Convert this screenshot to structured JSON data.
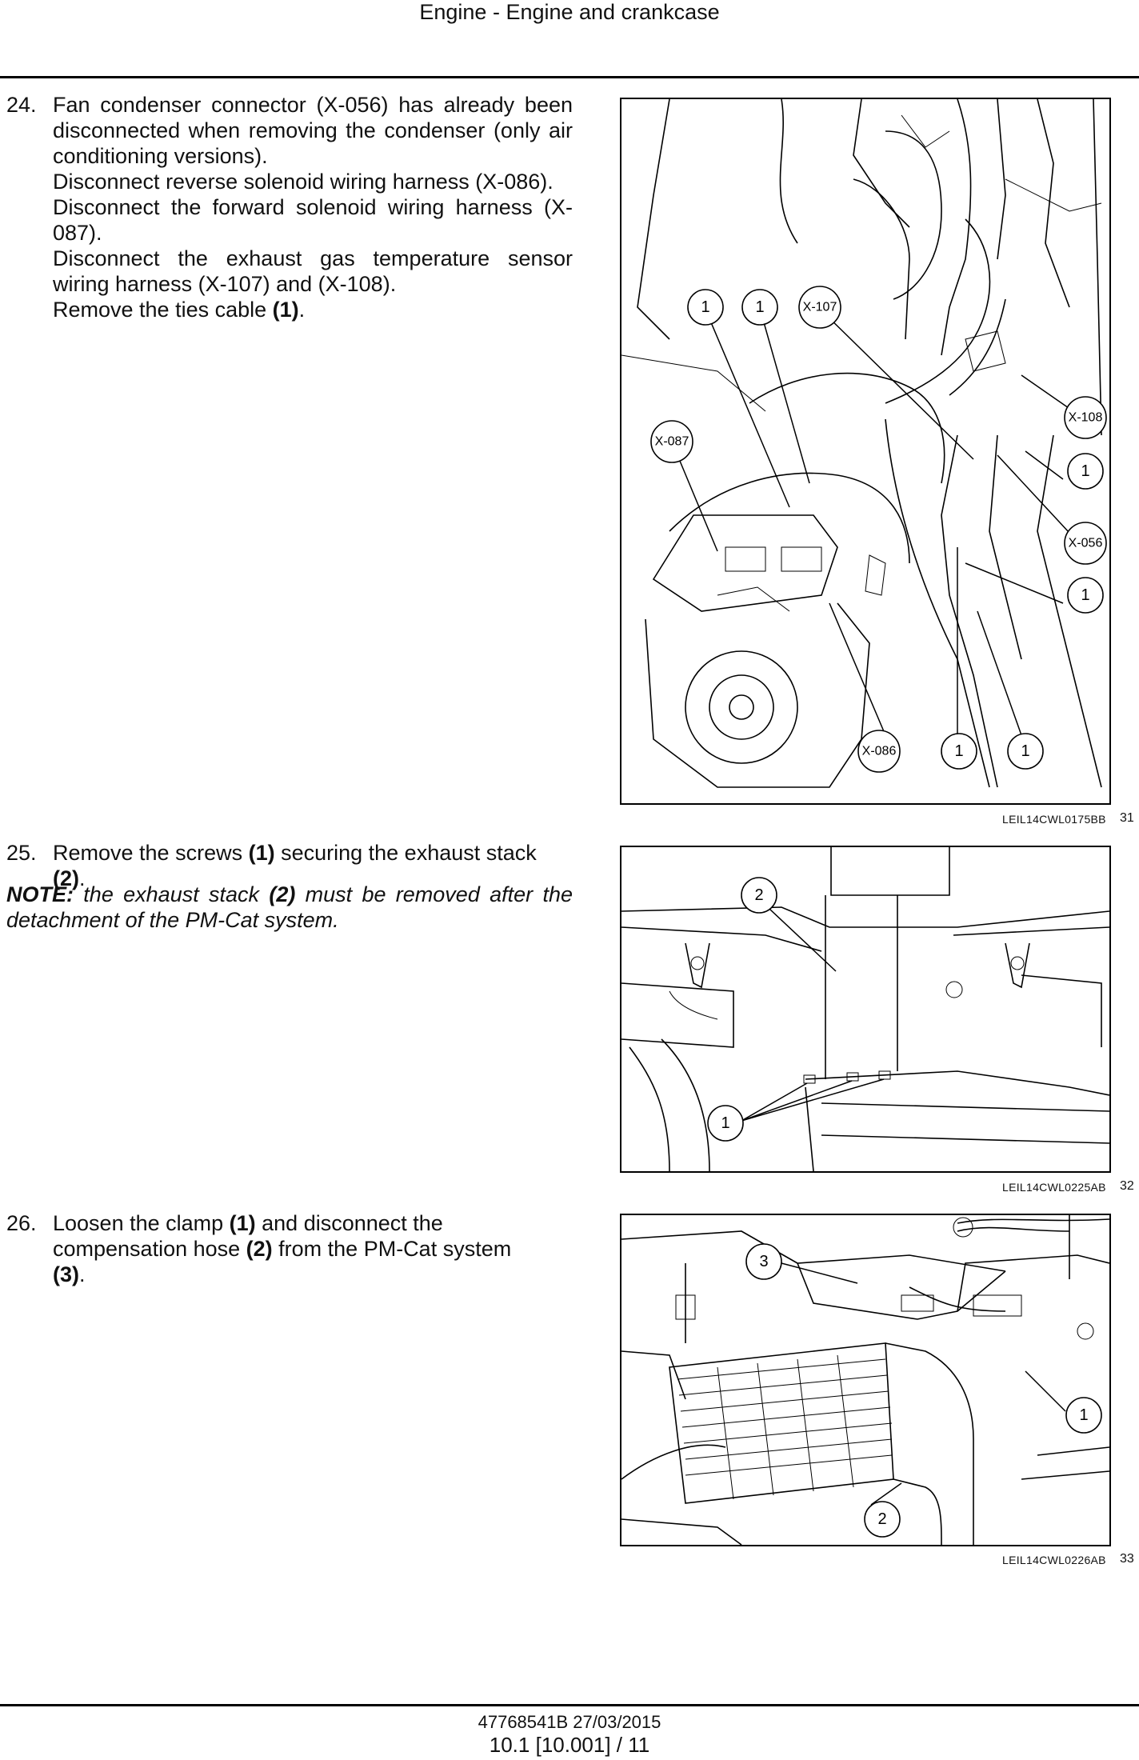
{
  "header": {
    "title": "Engine - Engine and crankcase"
  },
  "steps": [
    {
      "number": "24.",
      "lines": [
        "Fan condenser connector (X-056) has already been disconnected when removing the condenser (only air conditioning versions).",
        "Disconnect reverse solenoid wiring harness (X-086).",
        "Disconnect the forward solenoid wiring harness (X-087).",
        "Disconnect the exhaust gas temperature sensor wiring harness (X-107) and (X-108)."
      ],
      "last_prefix": "Remove the ties cable ",
      "last_bold": "(1)",
      "last_suffix": "."
    },
    {
      "number": "25.",
      "t1": "Remove the screws ",
      "b1": "(1)",
      "t2": " securing the exhaust stack ",
      "b2": "(2)",
      "t3": ".",
      "note_label": "NOTE:",
      "note_t1": " the exhaust stack ",
      "note_b1": "(2)",
      "note_t2": " must be removed after the detachment of the PM-Cat system."
    },
    {
      "number": "26.",
      "t1": "Loosen the clamp ",
      "b1": "(1)",
      "t2": " and disconnect the compensation hose ",
      "b2": "(2)",
      "t3": " from the PM-Cat system ",
      "b3": "(3)",
      "t4": "."
    }
  ],
  "figures": [
    {
      "code": "LEIL14CWL0175BB",
      "number": "31",
      "callouts": [
        "1",
        "1",
        "X-107",
        "X-087",
        "X-108",
        "1",
        "X-056",
        "1",
        "X-086",
        "1",
        "1"
      ]
    },
    {
      "code": "LEIL14CWL0225AB",
      "number": "32",
      "callouts": [
        "2",
        "1"
      ]
    },
    {
      "code": "LEIL14CWL0226AB",
      "number": "33",
      "callouts": [
        "3",
        "1",
        "2"
      ]
    }
  ],
  "footer": {
    "doc_id": "47768541B 27/03/2015",
    "page": "10.1 [10.001] / 11"
  }
}
